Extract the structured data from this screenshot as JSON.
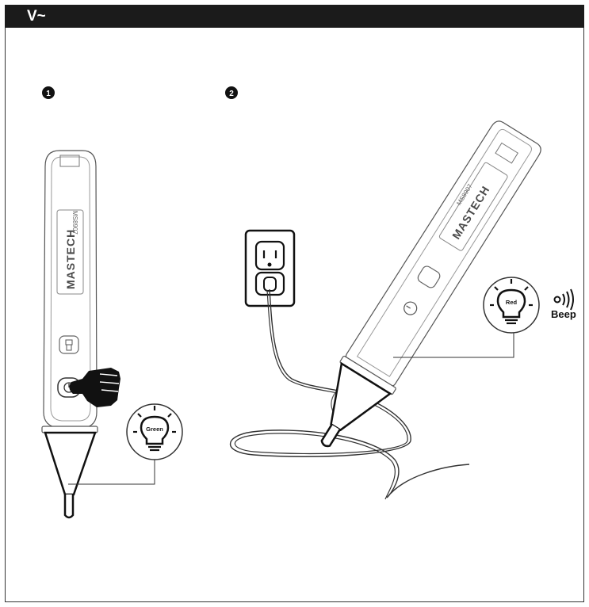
{
  "header": {
    "title": "V~"
  },
  "steps": [
    {
      "number": "1",
      "pen": {
        "brand": "MASTECH",
        "model": "MS8907"
      },
      "light": {
        "label": "Green"
      }
    },
    {
      "number": "2",
      "pen": {
        "brand": "MASTECH",
        "model": "MS8907"
      },
      "light": {
        "label": "Red"
      },
      "sound": {
        "icon": "beep-icon",
        "label": "Beep"
      }
    }
  ]
}
